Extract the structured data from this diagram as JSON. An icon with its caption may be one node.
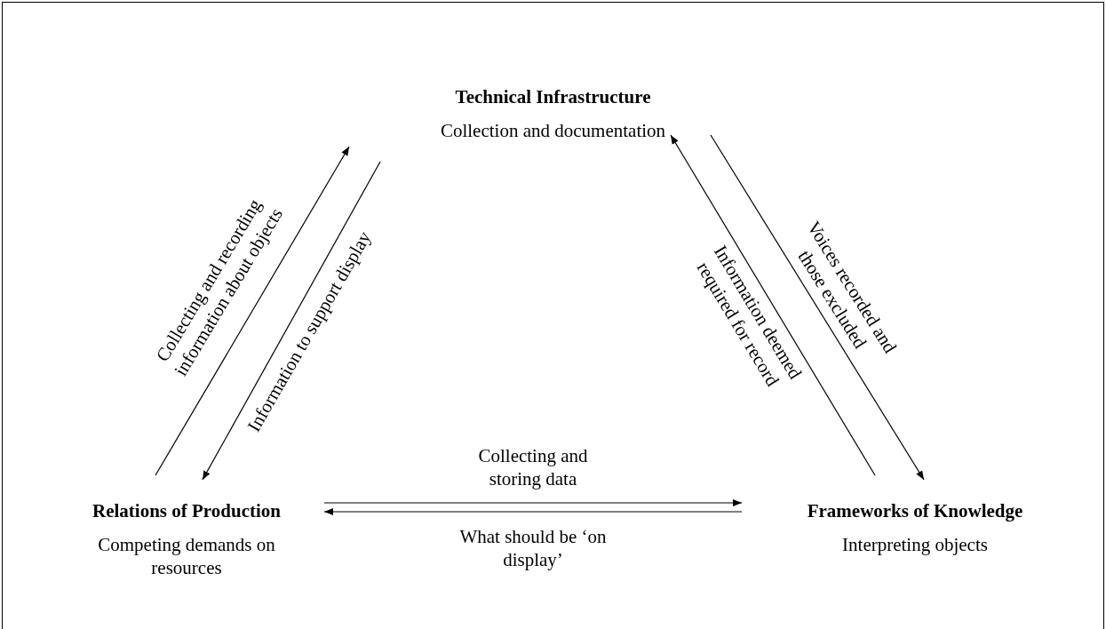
{
  "diagram": {
    "nodes": [
      {
        "text": [
          "Technical Infrastructure",
          "Collection and documentation"
        ]
      },
      {
        "text": [
          "Relations of Production",
          "Competing demands on resources"
        ]
      },
      {
        "text": [
          "Frameworks of Knowledge",
          "Interpreting objects"
        ]
      }
    ],
    "edges": [
      {
        "from": 1,
        "to": 0,
        "arrow": "to",
        "label": "Collecting and recording information about objects"
      },
      {
        "from": 0,
        "to": 1,
        "arrow": "to",
        "label": "Information to support display"
      },
      {
        "from": 2,
        "to": 0,
        "arrow": "to",
        "label": "Information deemed required for record"
      },
      {
        "from": 0,
        "to": 2,
        "arrow": "to",
        "label": "Voices recorded and those excluded"
      },
      {
        "from": 1,
        "to": 2,
        "arrow": "to",
        "label": "Collecting and storing data"
      },
      {
        "from": 2,
        "to": 1,
        "arrow": "to",
        "label": "What should be ‘on display’"
      }
    ]
  }
}
